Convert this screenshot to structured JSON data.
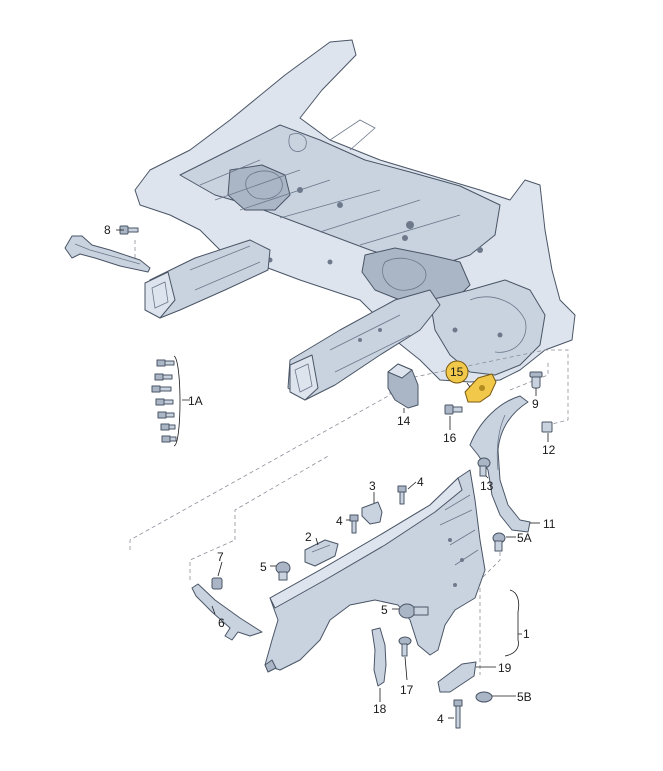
{
  "diagram": {
    "callouts": {
      "c1": "1",
      "c1a": "1A",
      "c2": "2",
      "c3": "3",
      "c4a": "4",
      "c4b": "4",
      "c4c": "4",
      "c5a": "5",
      "c5b": "5",
      "c5A": "5A",
      "c5B": "5B",
      "c6": "6",
      "c7": "7",
      "c8": "8",
      "c9": "9",
      "c11": "11",
      "c12": "12",
      "c13": "13",
      "c14": "14",
      "c15": "15",
      "c16": "16",
      "c17": "17",
      "c18": "18",
      "c19": "19"
    },
    "highlighted_part": "15",
    "colors": {
      "part_fill": "#c9d3e0",
      "outline": "#4a5566",
      "highlight": "#f2c84b"
    }
  }
}
